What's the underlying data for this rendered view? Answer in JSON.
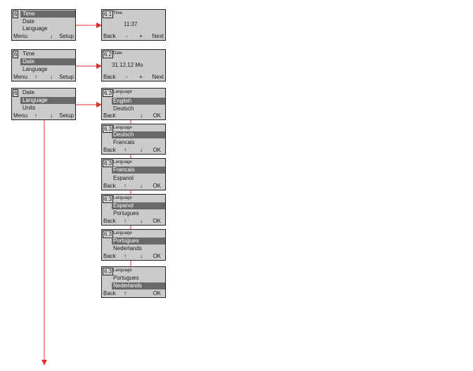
{
  "colors": {
    "screen_bg": "#cbcbcb",
    "highlight": "#6a6a6a",
    "arrow": "#e03030"
  },
  "menu_screens": [
    {
      "badge": "6",
      "items": [
        {
          "label": "Time",
          "selected": true
        },
        {
          "label": "Date",
          "selected": false
        },
        {
          "label": "Language",
          "selected": false
        }
      ],
      "footer": {
        "left": "Menu",
        "up": "",
        "down": "↓",
        "right": "Setup"
      }
    },
    {
      "badge": "6",
      "items": [
        {
          "label": "Time",
          "selected": false
        },
        {
          "label": "Date",
          "selected": true
        },
        {
          "label": "Language",
          "selected": false
        }
      ],
      "footer": {
        "left": "Menu",
        "up": "↑",
        "down": "↓",
        "right": "Setup"
      }
    },
    {
      "badge": "6",
      "items": [
        {
          "label": "Date",
          "selected": false
        },
        {
          "label": "Language",
          "selected": true
        },
        {
          "label": "Units",
          "selected": false
        }
      ],
      "footer": {
        "left": "Menu",
        "up": "↑",
        "down": "↓",
        "right": "Setup"
      }
    }
  ],
  "time_screen": {
    "badge": "6.1",
    "title": "Time",
    "value": "11:37",
    "footer": {
      "left": "Back",
      "minus": "-",
      "plus": "+",
      "right": "Next"
    }
  },
  "date_screen": {
    "badge": "6.2",
    "title": "Date",
    "value": "31.12.12 Mo",
    "footer": {
      "left": "Back",
      "minus": "-",
      "plus": "+",
      "right": "Next"
    }
  },
  "language_screens": [
    {
      "badge": "6.3",
      "title": "Language",
      "line1": "English",
      "line2": "Deutsch",
      "selected_line": 1,
      "footer": {
        "left": "Back",
        "up": "",
        "down": "↓",
        "right": "OK"
      }
    },
    {
      "badge": "6.3",
      "title": "Language",
      "line1": "Deutsch",
      "line2": "Francais",
      "selected_line": 1,
      "footer": {
        "left": "Back",
        "up": "↑",
        "down": "↓",
        "right": "OK"
      }
    },
    {
      "badge": "6.3",
      "title": "Language",
      "line1": "Francais",
      "line2": "Espanol",
      "selected_line": 1,
      "footer": {
        "left": "Back",
        "up": "↑",
        "down": "↓",
        "right": "OK"
      }
    },
    {
      "badge": "6.3",
      "title": "Language",
      "line1": "Espanol",
      "line2": "Portugues",
      "selected_line": 1,
      "footer": {
        "left": "Back",
        "up": "↑",
        "down": "↓",
        "right": "OK"
      }
    },
    {
      "badge": "6.3",
      "title": "Language",
      "line1": "Portugues",
      "line2": "Nederlands",
      "selected_line": 1,
      "footer": {
        "left": "Back",
        "up": "↑",
        "down": "↓",
        "right": "OK"
      }
    },
    {
      "badge": "6.3",
      "title": "Language",
      "line1": "Portugues",
      "line2": "Nederlands",
      "selected_line": 2,
      "footer": {
        "left": "Back",
        "up": "↑",
        "down": "",
        "right": "OK"
      }
    }
  ]
}
